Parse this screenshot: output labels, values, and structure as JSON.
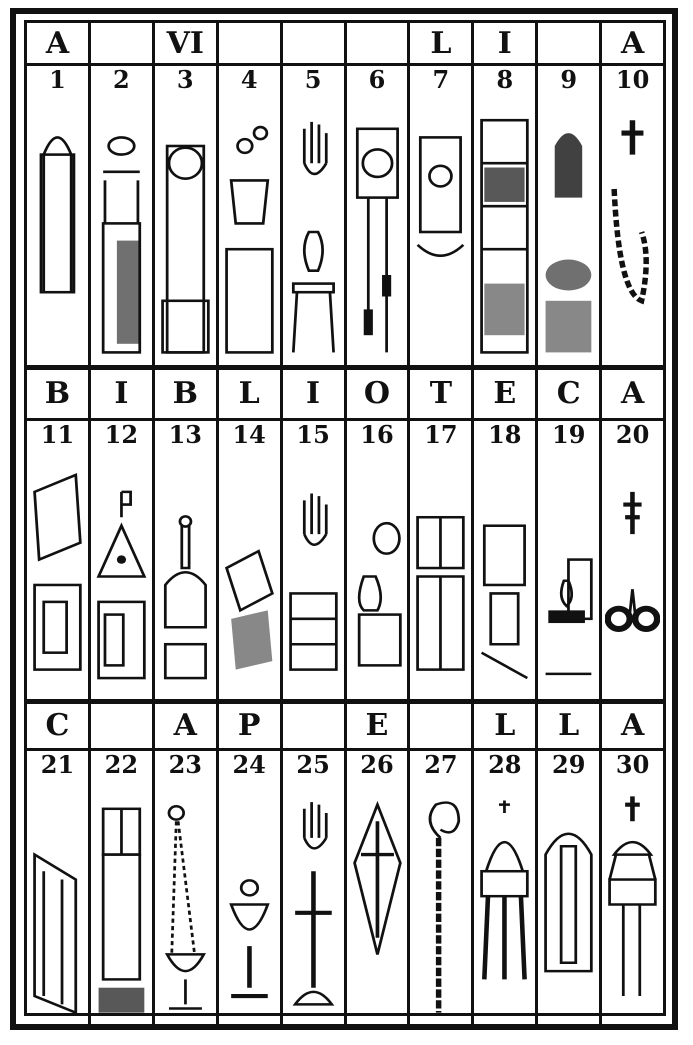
{
  "rows": [
    {
      "letters": [
        "A",
        "",
        "VI",
        "",
        "",
        "",
        "L",
        "I",
        "",
        "A"
      ],
      "items": [
        {
          "number": "1",
          "icon": "arched-window"
        },
        {
          "number": "2",
          "icon": "birds-on-table"
        },
        {
          "number": "3",
          "icon": "clock-tower"
        },
        {
          "number": "4",
          "icon": "flower-pot"
        },
        {
          "number": "5",
          "icon": "hand-and-lamp"
        },
        {
          "number": "6",
          "icon": "pendulum-clock"
        },
        {
          "number": "7",
          "icon": "madonna-picture"
        },
        {
          "number": "8",
          "icon": "bookshelf"
        },
        {
          "number": "9",
          "icon": "window-and-basket"
        },
        {
          "number": "10",
          "icon": "rosary-cross"
        }
      ]
    },
    {
      "letters": [
        "B",
        "I",
        "B",
        "L",
        "I",
        "O",
        "T",
        "E",
        "C",
        "A"
      ],
      "items": [
        {
          "number": "11",
          "icon": "falling-books"
        },
        {
          "number": "12",
          "icon": "lectern-house"
        },
        {
          "number": "13",
          "icon": "bottle-stand"
        },
        {
          "number": "14",
          "icon": "book-pile"
        },
        {
          "number": "15",
          "icon": "hand-and-box"
        },
        {
          "number": "16",
          "icon": "vases"
        },
        {
          "number": "17",
          "icon": "open-books"
        },
        {
          "number": "18",
          "icon": "scrolls"
        },
        {
          "number": "19",
          "icon": "candle-desk"
        },
        {
          "number": "20",
          "icon": "spectacles-cross"
        }
      ]
    },
    {
      "letters": [
        "C",
        "",
        "A",
        "P",
        "",
        "E",
        "",
        "L",
        "L",
        "A"
      ],
      "items": [
        {
          "number": "21",
          "icon": "door"
        },
        {
          "number": "22",
          "icon": "banner-book"
        },
        {
          "number": "23",
          "icon": "censer"
        },
        {
          "number": "24",
          "icon": "chalice"
        },
        {
          "number": "25",
          "icon": "hand-and-cross"
        },
        {
          "number": "26",
          "icon": "vestment"
        },
        {
          "number": "27",
          "icon": "crozier"
        },
        {
          "number": "28",
          "icon": "mitre-stand"
        },
        {
          "number": "29",
          "icon": "cope"
        },
        {
          "number": "30",
          "icon": "cross-stand"
        }
      ]
    }
  ]
}
